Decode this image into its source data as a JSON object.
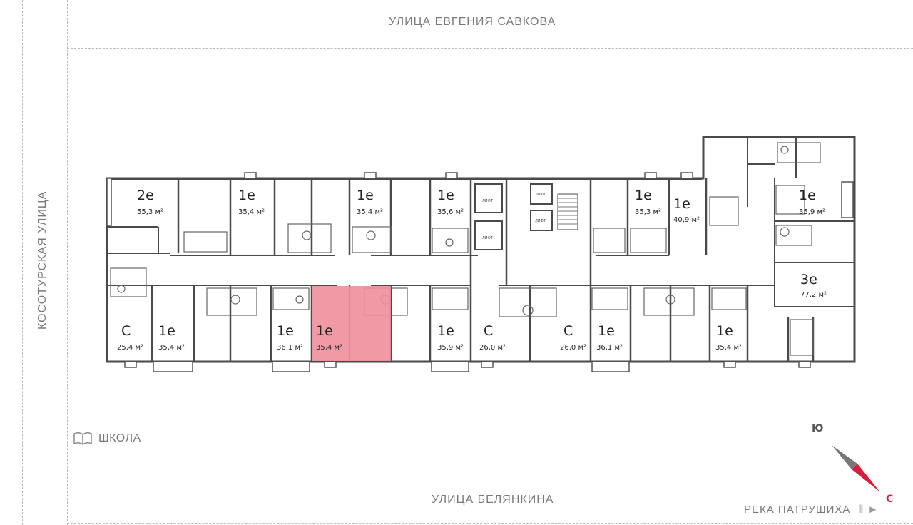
{
  "streets": {
    "north": "УЛИЦА ЕВГЕНИЯ САВКОВА",
    "south": "УЛИЦА БЕЛЯНКИНА",
    "west": "КОСОТУРСКАЯ УЛИЦА",
    "river": "РЕКА ПАТРУШИХА"
  },
  "school": {
    "label": "ШКОЛА",
    "icon": "book-icon"
  },
  "compass": {
    "south": "Ю",
    "north": "С",
    "north_color": "#d81e3c",
    "south_color": "#777777"
  },
  "elevator_label": "ЛИФТ",
  "highlight_color": "#ee8f9c",
  "units_top": [
    {
      "type": "2е",
      "area": "55,3 м²"
    },
    {
      "type": "1е",
      "area": "35,4 м²"
    },
    {
      "type": "1е",
      "area": "35,4 м²"
    },
    {
      "type": "1е",
      "area": "35,6 м²"
    },
    {
      "type": "1е",
      "area": "35,3 м²"
    },
    {
      "type": "1е",
      "area": "40,9 м²"
    },
    {
      "type": "1е",
      "area": "35,9 м²"
    },
    {
      "type": "3е",
      "area": "77,2 м²"
    }
  ],
  "units_bottom": [
    {
      "type": "С",
      "area": "25,4 м²"
    },
    {
      "type": "1е",
      "area": "35,4 м²"
    },
    {
      "type": "1е",
      "area": "36,1 м²"
    },
    {
      "type": "1е",
      "area": "35,4 м²",
      "selected": true
    },
    {
      "type": "1е",
      "area": "35,9 м²"
    },
    {
      "type": "С",
      "area": "26,0 м²"
    },
    {
      "type": "С",
      "area": "26,0 м²"
    },
    {
      "type": "1е",
      "area": "36,1 м²"
    },
    {
      "type": "1е",
      "area": "35,4 м²"
    }
  ]
}
